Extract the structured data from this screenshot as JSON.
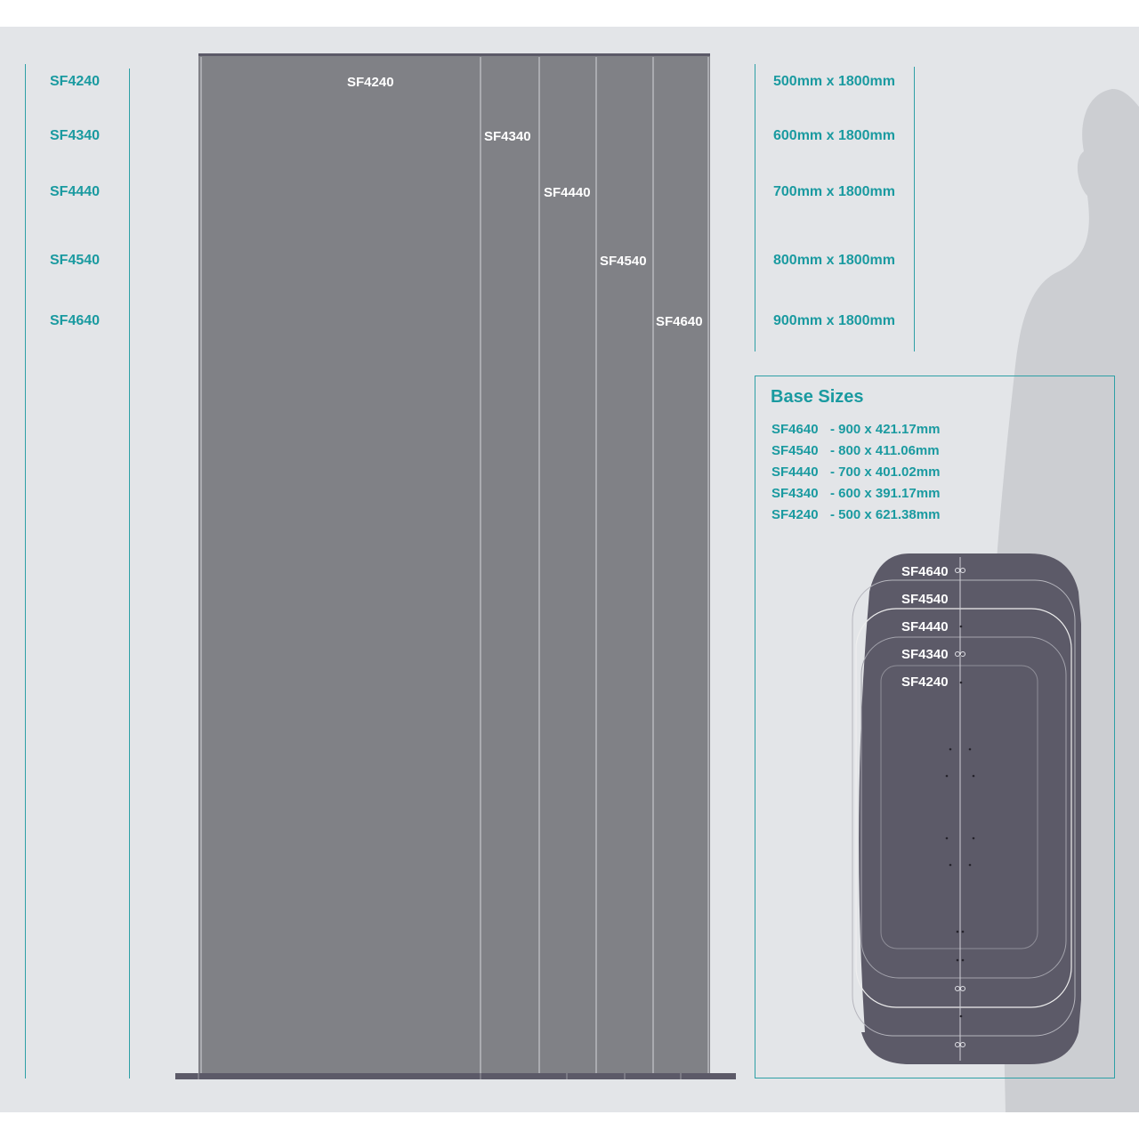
{
  "left_column": {
    "models": [
      "SF4240",
      "SF4340",
      "SF4440",
      "SF4540",
      "SF4640"
    ]
  },
  "banners": {
    "labels": [
      "SF4240",
      "SF4340",
      "SF4440",
      "SF4540",
      "SF4640"
    ]
  },
  "sizes": {
    "items": [
      "500mm x 1800mm",
      "600mm x 1800mm",
      "700mm x 1800mm",
      "800mm x 1800mm",
      "900mm x 1800mm"
    ]
  },
  "base_panel": {
    "title": "Base Sizes",
    "rows": [
      {
        "model": "SF4640",
        "dims": "- 900 x 421.17mm"
      },
      {
        "model": "SF4540",
        "dims": "- 800 x 411.06mm"
      },
      {
        "model": "SF4440",
        "dims": "- 700 x 401.02mm"
      },
      {
        "model": "SF4340",
        "dims": "- 600 x 391.17mm"
      },
      {
        "model": "SF4240",
        "dims": "- 500 x 621.38mm"
      }
    ],
    "base_labels": [
      "SF4640",
      "SF4540",
      "SF4440",
      "SF4340",
      "SF4240"
    ]
  },
  "colors": {
    "accent": "#1a9aa0",
    "background": "#e3e5e8",
    "banner": "#808186",
    "base": "#5c5a68",
    "silhouette": "#ccced2"
  }
}
